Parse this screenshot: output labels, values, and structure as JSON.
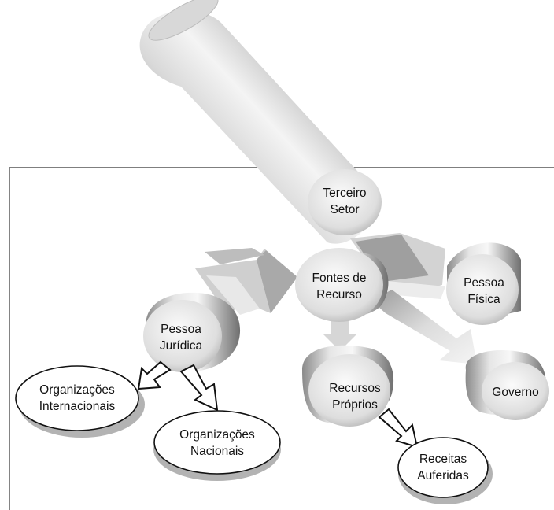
{
  "nodes": {
    "terceiro_setor": {
      "line1": "Terceiro",
      "line2": "Setor"
    },
    "fontes_de_recurso": {
      "line1": "Fontes de",
      "line2": "Recurso"
    },
    "pessoa_fisica": {
      "line1": "Pessoa",
      "line2": "Física"
    },
    "pessoa_juridica": {
      "line1": "Pessoa",
      "line2": "Jurídica"
    },
    "governo": {
      "line1": "Governo"
    },
    "recursos_proprios": {
      "line1": "Recursos",
      "line2": "Próprios"
    },
    "organizacoes_internacionais": {
      "line1": "Organizações",
      "line2": "Internacionais"
    },
    "organizacoes_nacionais": {
      "line1": "Organizações",
      "line2": "Nacionais"
    },
    "receitas_auferidas": {
      "line1": "Receitas",
      "line2": "Auferidas"
    }
  },
  "colors": {
    "shape_light": "#f2f2f2",
    "shape_mid": "#c4c4c4",
    "shape_dark": "#7e7e7e",
    "shadow": "#b9b9b9",
    "frame": "#333333",
    "text": "#111111"
  }
}
